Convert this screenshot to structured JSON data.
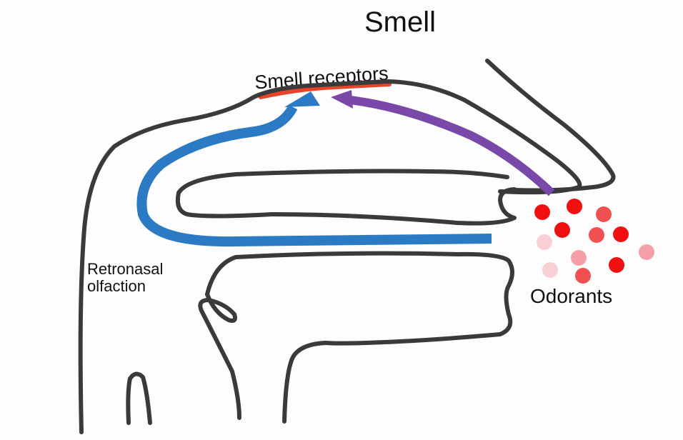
{
  "title": "Smell",
  "labels": {
    "receptors": "Smell receptors",
    "retronasal_line1": "Retronasal",
    "retronasal_line2": "olfaction",
    "odorants": "Odorants"
  },
  "colors": {
    "outline": "#3a3a3a",
    "retronasal_path": "#2b7bc4",
    "orthonasal_path": "#7a48a8",
    "receptor_layer": "#e8442a",
    "odorant_strong": "#f01010",
    "odorant_medium": "#f05050",
    "odorant_light": "#f5a0a8",
    "odorant_faint": "#f8cfd4"
  },
  "odorants": [
    {
      "intensity": "strong"
    },
    {
      "intensity": "strong"
    },
    {
      "intensity": "medium"
    },
    {
      "intensity": "strong"
    },
    {
      "intensity": "medium"
    },
    {
      "intensity": "strong"
    },
    {
      "intensity": "faint"
    },
    {
      "intensity": "light"
    },
    {
      "intensity": "light"
    },
    {
      "intensity": "faint"
    },
    {
      "intensity": "strong"
    },
    {
      "intensity": "medium"
    }
  ]
}
